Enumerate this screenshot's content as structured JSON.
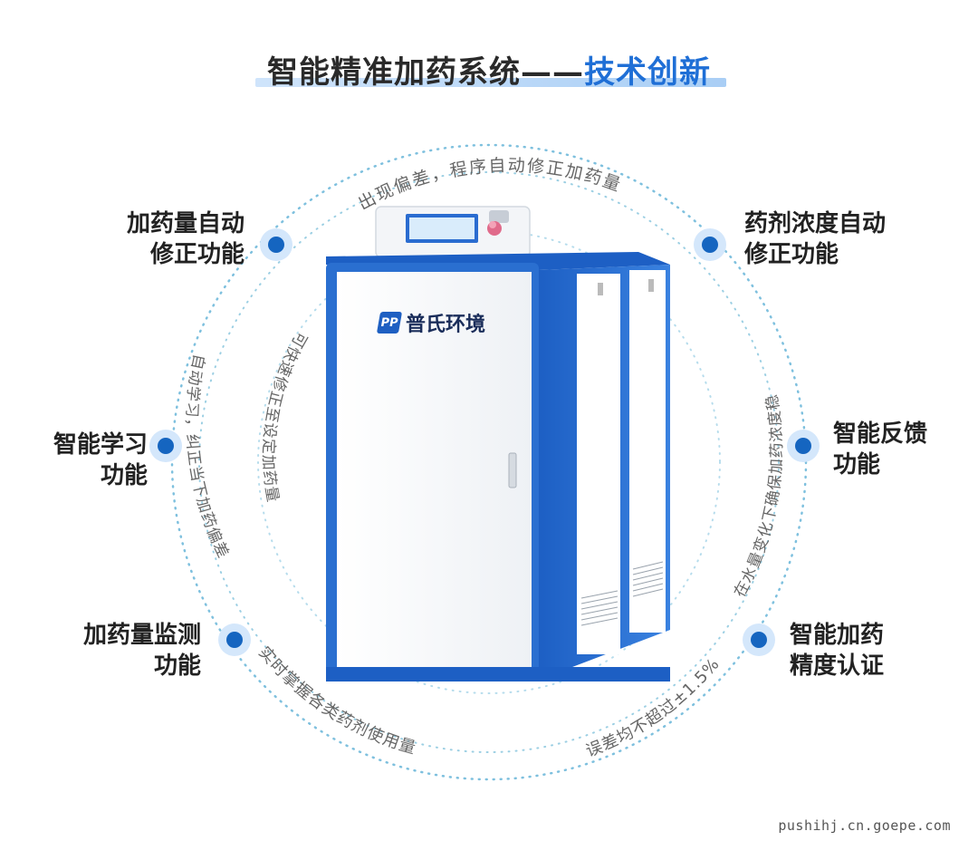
{
  "header": {
    "title_main": "智能精准加药系统——",
    "title_highlight": "技术创新"
  },
  "product": {
    "brand_name": "普氏环境",
    "logo_text": "PP"
  },
  "features": [
    {
      "line1": "加药量自动",
      "line2": "修正功能"
    },
    {
      "line1": "药剂浓度自动",
      "line2": "修正功能"
    },
    {
      "line1": "智能学习",
      "line2": "功能"
    },
    {
      "line1": "智能反馈",
      "line2": "功能"
    },
    {
      "line1": "加药量监测",
      "line2": "功能"
    },
    {
      "line1": "智能加药",
      "line2": "精度认证"
    }
  ],
  "arc_texts": {
    "top": "出现偏差，程序自动修正加药量",
    "left_outer": "自动学习，纠正当下加药偏差",
    "left_inner": "可快速修正至设定加药量",
    "right": "在水量变化下确保加药浓度稳",
    "bottom_left": "实时掌握各类药剂使用量",
    "bottom_right": "误差均不超过±1.5%"
  },
  "colors": {
    "accent": "#1f6fd6",
    "dot": "#1565c0",
    "dot_halo": "#cfe3fb",
    "cabinet_blue": "#2a6fd0",
    "dotted_ring": "#6fb7d8"
  },
  "footer": {
    "domain": "pushihj.cn.goepe.com"
  }
}
